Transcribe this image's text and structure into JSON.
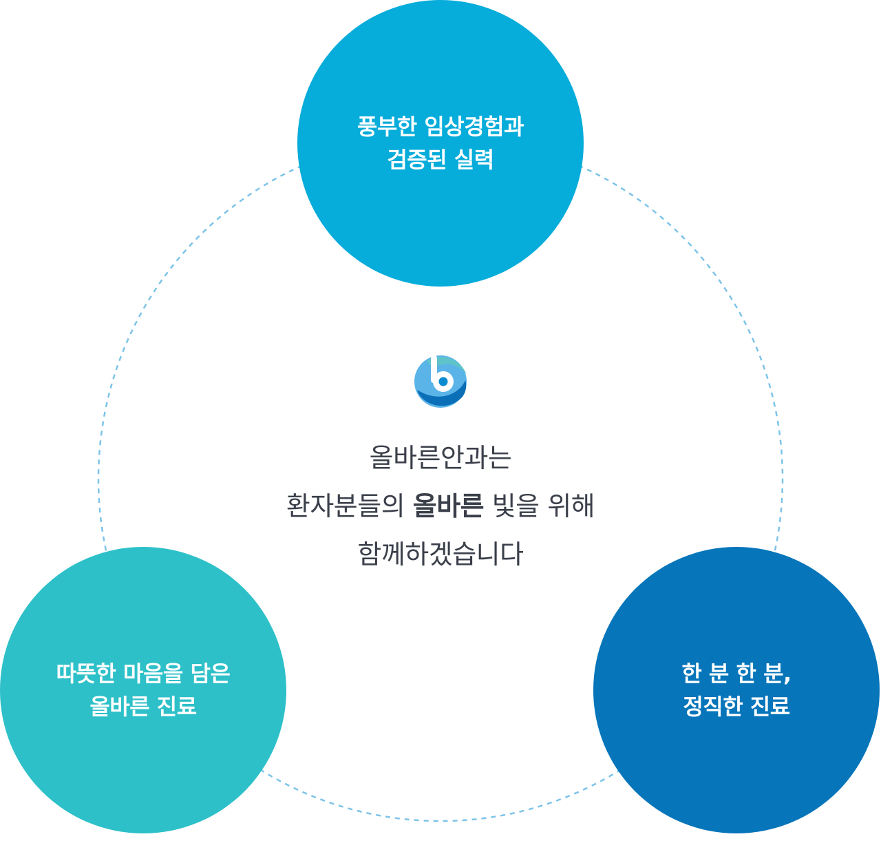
{
  "colors": {
    "ring": "#7cc3e8",
    "top_circle": "#06acda",
    "left_circle": "#2dc0c8",
    "right_circle": "#0675ba",
    "center_text": "#3a3f4a",
    "logo_teal": "#5ec4c9",
    "logo_blue": "#0a6fb7",
    "logo_light_blue": "#5ab4e8"
  },
  "icons": {
    "logo": "b-eye-logo-icon"
  },
  "top_circle": {
    "line1": "풍부한 임상경험과",
    "line2": "검증된 실력"
  },
  "left_circle": {
    "line1": "따뜻한 마음을 담은",
    "line2": "올바른 진료"
  },
  "right_circle": {
    "line1": "한 분 한 분,",
    "line2": "정직한 진료"
  },
  "center": {
    "line1": "올바른안과는",
    "line2_before": "환자분들의 ",
    "line2_strong": "올바른",
    "line2_after": " 빛을 위해",
    "line3": "함께하겠습니다"
  }
}
